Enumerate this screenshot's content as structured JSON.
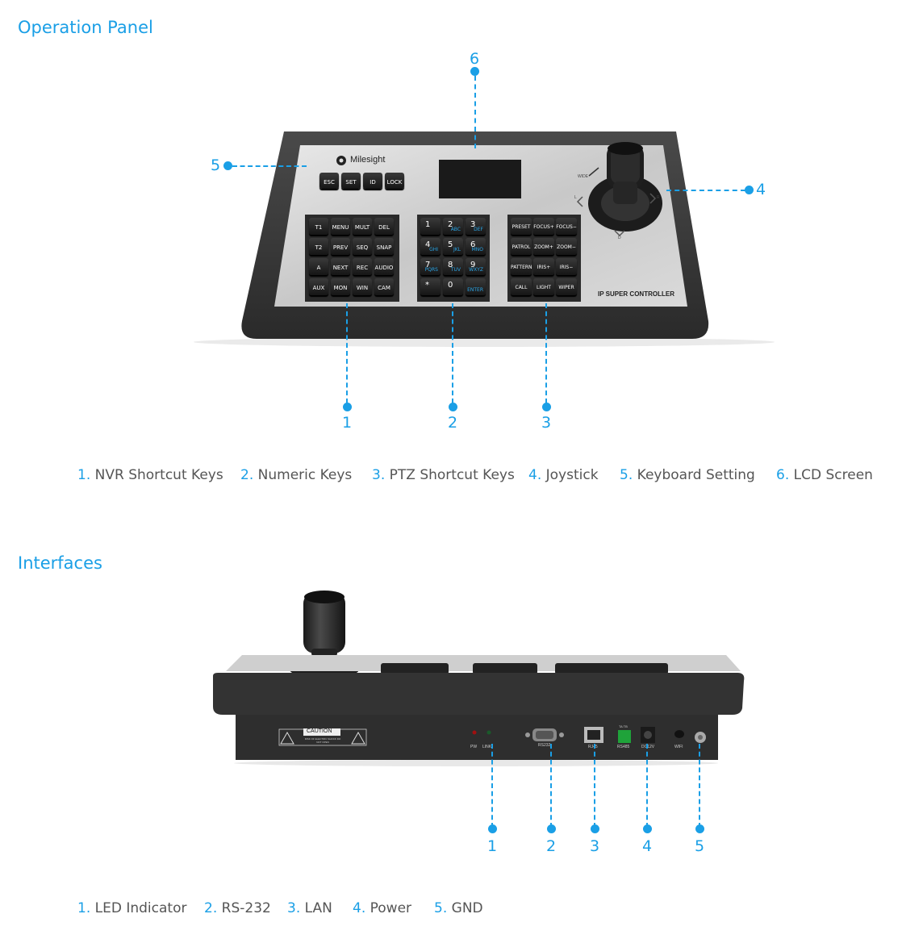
{
  "operation_panel": {
    "title": "Operation Panel",
    "brand": "Milesight",
    "product": "IP SUPER CONTROLLER",
    "setting_keys": [
      "ESC",
      "SET",
      "ID",
      "LOCK"
    ],
    "nvr_keys": [
      "T1",
      "MENU",
      "MULT",
      "DEL",
      "T2",
      "PREV",
      "SEQ",
      "SNAP",
      "A",
      "NEXT",
      "REC",
      "AUDIO",
      "AUX",
      "MON",
      "WIN",
      "CAM"
    ],
    "numeric_keys": [
      {
        "num": "1",
        "sub": ""
      },
      {
        "num": "2",
        "sub": "ABC"
      },
      {
        "num": "3",
        "sub": "DEF"
      },
      {
        "num": "4",
        "sub": "GHI"
      },
      {
        "num": "5",
        "sub": "JKL"
      },
      {
        "num": "6",
        "sub": "MNO"
      },
      {
        "num": "7",
        "sub": "PQRS"
      },
      {
        "num": "8",
        "sub": "TUV"
      },
      {
        "num": "9",
        "sub": "WXYZ"
      },
      {
        "num": "*",
        "sub": ""
      },
      {
        "num": "0",
        "sub": ""
      },
      {
        "num": "",
        "sub": "ENTER"
      }
    ],
    "ptz_keys": [
      "PRESET",
      "FOCUS+",
      "FOCUS−",
      "PATROL",
      "ZOOM+",
      "ZOOM−",
      "PATTERN",
      "IRIS+",
      "IRIS−",
      "CALL",
      "LIGHT",
      "WIPER"
    ],
    "joystick_labels": {
      "wide": "WIDE",
      "l": "L",
      "r": "R",
      "d": "D"
    },
    "callouts": [
      "1",
      "2",
      "3",
      "4",
      "5",
      "6"
    ],
    "legend": [
      {
        "num": "1.",
        "label": "NVR Shortcut Keys"
      },
      {
        "num": "2.",
        "label": "Numeric Keys"
      },
      {
        "num": "3.",
        "label": "PTZ Shortcut Keys"
      },
      {
        "num": "4.",
        "label": "Joystick"
      },
      {
        "num": "5.",
        "label": "Keyboard Setting"
      },
      {
        "num": "6.",
        "label": "LCD Screen"
      }
    ]
  },
  "interfaces": {
    "title": "Interfaces",
    "caution": "CAUTION",
    "caution_sub": "RISK OF ELECTRIC SHOCK DO NOT OPEN",
    "port_labels": {
      "pw": "PW",
      "link": "LINK",
      "rs232": "RS232",
      "rj45": "RJ45",
      "ta_tb": "TA  TB",
      "rs485": "RS485",
      "dc12v": "DC12V",
      "wifi": "WIFI"
    },
    "callouts": [
      "1",
      "2",
      "3",
      "4",
      "5"
    ],
    "legend": [
      {
        "num": "1.",
        "label": "LED Indicator"
      },
      {
        "num": "2.",
        "label": "RS-232"
      },
      {
        "num": "3.",
        "label": "LAN"
      },
      {
        "num": "4.",
        "label": "Power"
      },
      {
        "num": "5.",
        "label": "GND"
      }
    ]
  },
  "colors": {
    "accent": "#1a9fe6",
    "body": "#3a3a3a",
    "panel": "#d9d9d9"
  }
}
